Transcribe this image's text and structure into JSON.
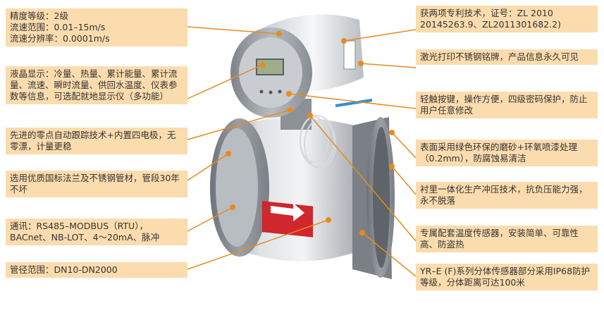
{
  "accent_color": "#e88a1e",
  "callout_color": "#fbdcae",
  "left_callouts": [
    {
      "text": "精度等级：2级\n流速范围：0.01–15m/s\n流速分辨率：0.0001m/s"
    },
    {
      "text": "液晶显示：冷量、热量、累计能量、累计流量、流速、瞬时流量、供回水温度、仪表参数等信息，可选配就地显示仪（多功能）"
    },
    {
      "text": "先进的零点自动跟踪技术+内置四电极，无零漂，计量更稳"
    },
    {
      "text": "选用优质国标法兰及不锈钢管材，管段30年不坏"
    },
    {
      "text": "通讯：RS485–MODBUS（RTU），BACnet、NB-LOT、4～20mA、脉冲"
    },
    {
      "text": "管径范围：DN10-DN2000"
    }
  ],
  "right_callouts": [
    {
      "text": "获两项专利技术，证号：ZL 2010 20145263.9、ZL2011301682.2)"
    },
    {
      "text": "激光打印不锈钢铭牌，产品信息永久可见"
    },
    {
      "text": "轻触按键，操作方便，四级密码保护，防止用户任意修改"
    },
    {
      "text": "表面采用绿色环保的磨砂+环氧喷漆处理（0.2mm），防腐蚀易清洁"
    },
    {
      "text": "衬里一体化生产冲压技术，抗负压能力强，永不脱落"
    },
    {
      "text": "专属配套温度传感器，安装简单、可靠性高、防盗热"
    },
    {
      "text": "YR–E (F)系列分体传感器部分采用IP68防护等级，分体距离可达100米"
    }
  ]
}
